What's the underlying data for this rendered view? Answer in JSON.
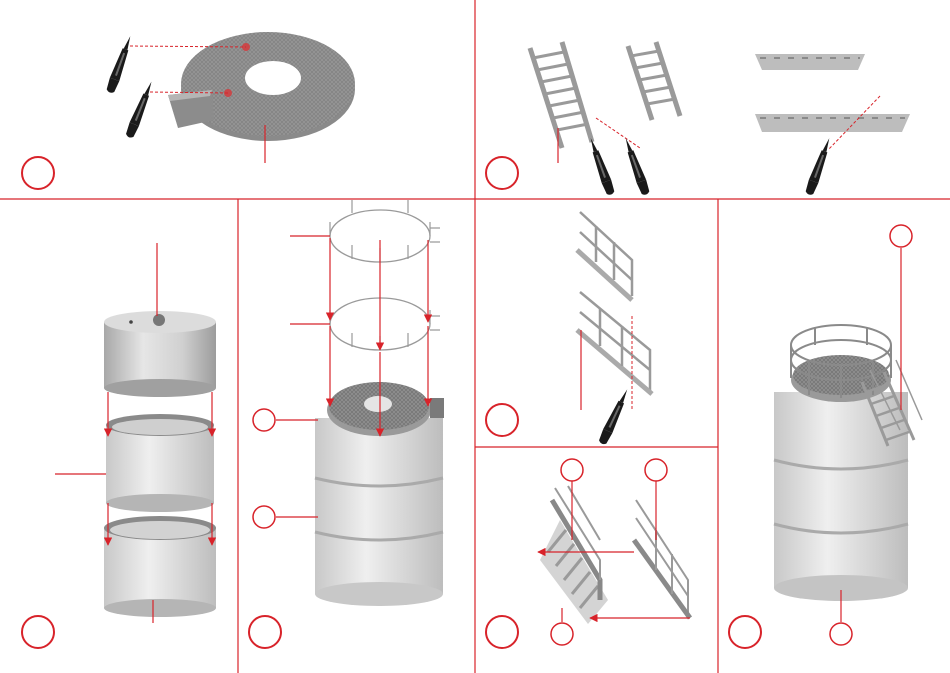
{
  "colors": {
    "accent": "#d8232a",
    "panel_border": "#d8232a",
    "part_fill": "#d9d9d9",
    "part_dark": "#9a9a9a",
    "tool": "#1a1a1a"
  },
  "panels": [
    {
      "id": "p1",
      "content": "platform-disc-with-glue-points"
    },
    {
      "id": "p2",
      "content": "ladders-and-rails-with-glue"
    },
    {
      "id": "p3",
      "content": "tank-rings-exploded"
    },
    {
      "id": "p4",
      "content": "tank-with-railings-exploded"
    },
    {
      "id": "p5",
      "content": "railing-pieces-with-glue"
    },
    {
      "id": "p6",
      "content": "ladder-assembly"
    },
    {
      "id": "p7",
      "content": "completed-tank"
    }
  ],
  "icons": [
    "glue-tube-icon",
    "step-number-circle-icon",
    "arrow-icon"
  ]
}
